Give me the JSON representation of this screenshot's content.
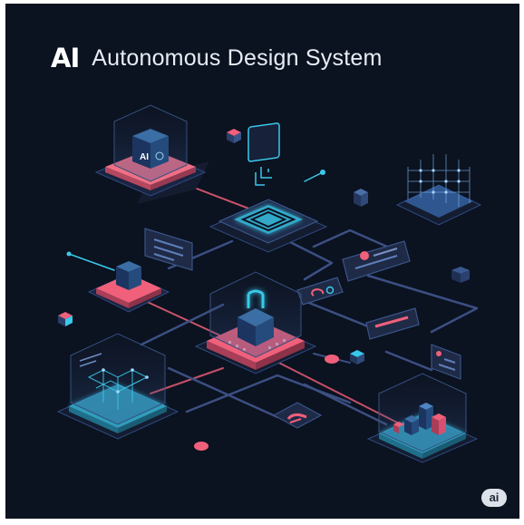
{
  "header": {
    "logo_text": "AI",
    "title": "Autonomous Design System"
  },
  "scene": {
    "chip_label": "AI"
  },
  "badge": {
    "label": "ai"
  },
  "colors": {
    "background": "#0b1220",
    "cyan": "#39c9ea",
    "pink": "#f0607a",
    "blue_wire": "#3b4f82",
    "panel_dark": "#18213a"
  },
  "icons": [
    "logo-ai-icon",
    "ai-chip-icon",
    "circuit-icon",
    "fingerprint-icon",
    "refresh-icon",
    "message-icon"
  ]
}
